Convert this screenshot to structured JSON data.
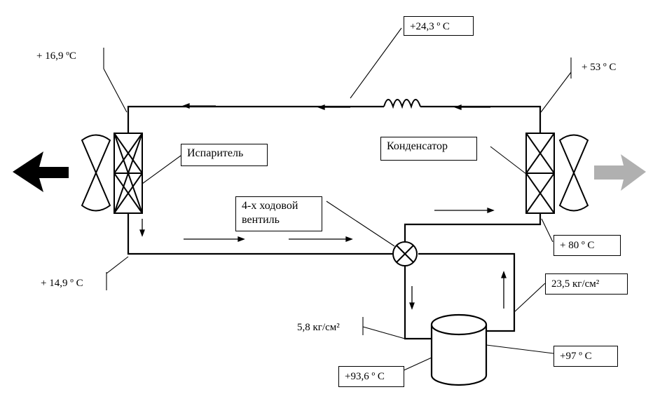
{
  "labels": {
    "evaporator": "Испаритель",
    "condenser": "Конденсатор",
    "valve": "4-х ходовой\nвентиль"
  },
  "readings": {
    "evap_top_temp": "+ 16,9 ºC",
    "top_line_temp": "+24,3 º C",
    "cond_top_temp": "+ 53 º C",
    "cond_bottom_temp": "+ 80 º C",
    "evap_bottom_temp": "+ 14,9 º C",
    "low_pressure": "5,8 кг/см²",
    "high_pressure": "23,5 кг/см²",
    "comp_right_temp": "+97 º C",
    "comp_left_temp": "+93,6 º C"
  },
  "colors": {
    "line": "#000000",
    "heat_out_arrow": "#000000",
    "heat_in_arrow": "#b0b0b0"
  }
}
